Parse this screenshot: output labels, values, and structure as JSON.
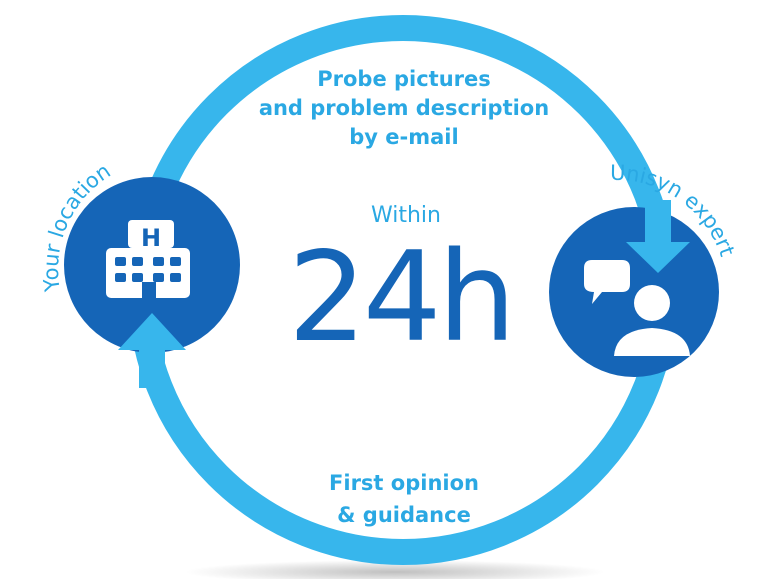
{
  "top_label": {
    "line1": "Probe pictures",
    "line2": "and problem description",
    "line3": "by e-mail"
  },
  "bottom_label": {
    "line1": "First opinion",
    "line2": "& guidance"
  },
  "center": {
    "prefix": "Within",
    "value": "24h"
  },
  "left_node": {
    "label": "Your location",
    "icon": "hospital-icon",
    "icon_letter": "H"
  },
  "right_node": {
    "label": "Unisyn expert",
    "icon": "expert-chat-icon"
  },
  "colors": {
    "ring": "#37b6ec",
    "node": "#1565b7",
    "text": "#2aa8e3",
    "center_text": "#1565b7",
    "icon": "#ffffff"
  }
}
